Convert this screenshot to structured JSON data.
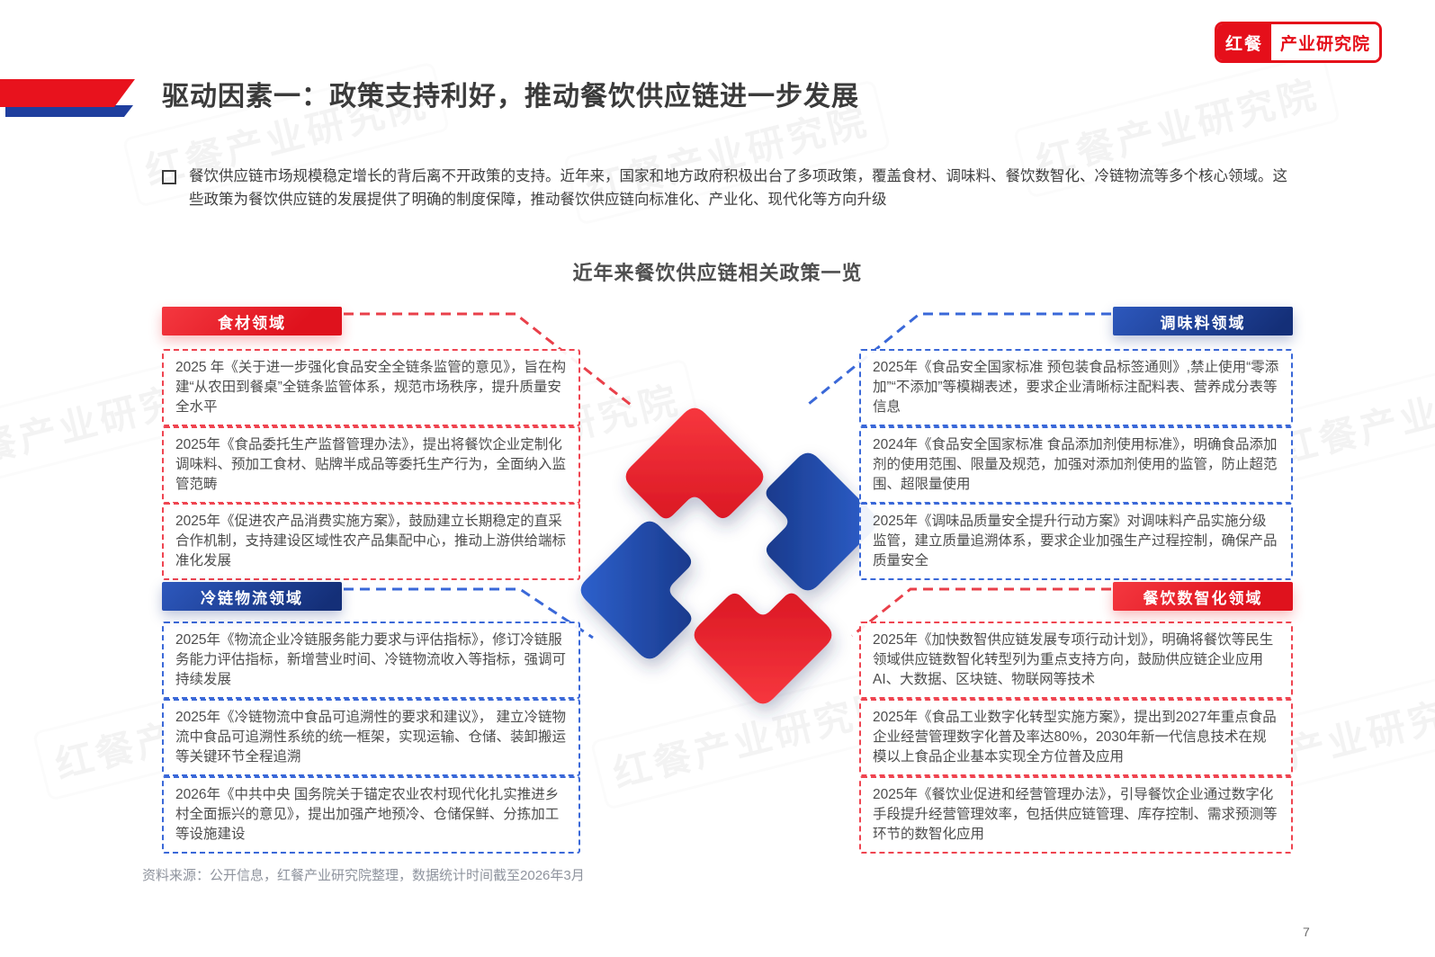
{
  "brand": {
    "logo_left": "红餐",
    "logo_right": "产业研究院",
    "watermark": "红餐产业研究院"
  },
  "header": {
    "title": "驱动因素一：政策支持利好，推动餐饮供应链进一步发展"
  },
  "intro": {
    "text": "餐饮供应链市场规模稳定增长的背后离不开政策的支持。近年来，国家和地方政府积极出台了多项政策，覆盖食材、调味料、餐饮数智化、冷链物流等多个核心领域。这些政策为餐饮供应链的发展提供了明确的制度保障，推动餐饮供应链向标准化、产业化、现代化等方向升级"
  },
  "diagram": {
    "title": "近年来餐饮供应链相关政策一览",
    "colors": {
      "red": "#e8121d",
      "blue": "#1f3e9e"
    },
    "quadrants": [
      {
        "label": "食材领域",
        "color": "red",
        "items": [
          "2025 年《关于进一步强化食品安全全链条监管的意见》，旨在构建“从农田到餐桌”全链条监管体系，规范市场秩序，提升质量安全水平",
          "2025年《食品委托生产监督管理办法》，提出将餐饮企业定制化调味料、预加工食材、贴牌半成品等委托生产行为，全面纳入监管范畴",
          "2025年《促进农产品消费实施方案》，鼓励建立长期稳定的直采合作机制，支持建设区域性农产品集配中心，推动上游供给端标准化发展"
        ]
      },
      {
        "label": "调味料领域",
        "color": "blue",
        "items": [
          "2025年《食品安全国家标准 预包装食品标签通则》,禁止使用“零添加”“不添加”等模糊表述，要求企业清晰标注配料表、营养成分表等信息",
          "2024年《食品安全国家标准 食品添加剂使用标准》，明确食品添加剂的使用范围、限量及规范，加强对添加剂使用的监管，防止超范围、超限量使用",
          "2025年《调味品质量安全提升行动方案》对调味料产品实施分级监管，建立质量追溯体系，要求企业加强生产过程控制，确保产品质量安全"
        ]
      },
      {
        "label": "冷链物流领域",
        "color": "blue",
        "items": [
          "2025年《物流企业冷链服务能力要求与评估指标》，修订冷链服务能力评估指标，新增营业时间、冷链物流收入等指标，强调可持续发展",
          "2025年《冷链物流中食品可追溯性的要求和建议》， 建立冷链物流中食品可追溯性系统的统一框架，实现运输、仓储、装卸搬运等关键环节全程追溯",
          "2026年《中共中央 国务院关于锚定农业农村现代化扎实推进乡村全面振兴的意见》，提出加强产地预冷、仓储保鲜、分拣加工等设施建设"
        ]
      },
      {
        "label": "餐饮数智化领域",
        "color": "red",
        "items": [
          "2025年《加快数智供应链发展专项行动计划》，明确将餐饮等民生领域供应链数智化转型列为重点支持方向，鼓励供应链企业应用 AI、大数据、区块链、物联网等技术",
          "2025年《食品工业数字化转型实施方案》，提出到2027年重点食品企业经营管理数字化普及率达80%，2030年新一代信息技术在规模以上食品企业基本实现全方位普及应用",
          "2025年《餐饮业促进和经营管理办法》，引导餐饮企业通过数字化手段提升经营管理效率，包括供应链管理、库存控制、需求预测等环节的数智化应用"
        ]
      }
    ]
  },
  "footer": {
    "source": "资料来源：公开信息，红餐产业研究院整理，数据统计时间截至2026年3月",
    "page_number": "7"
  }
}
